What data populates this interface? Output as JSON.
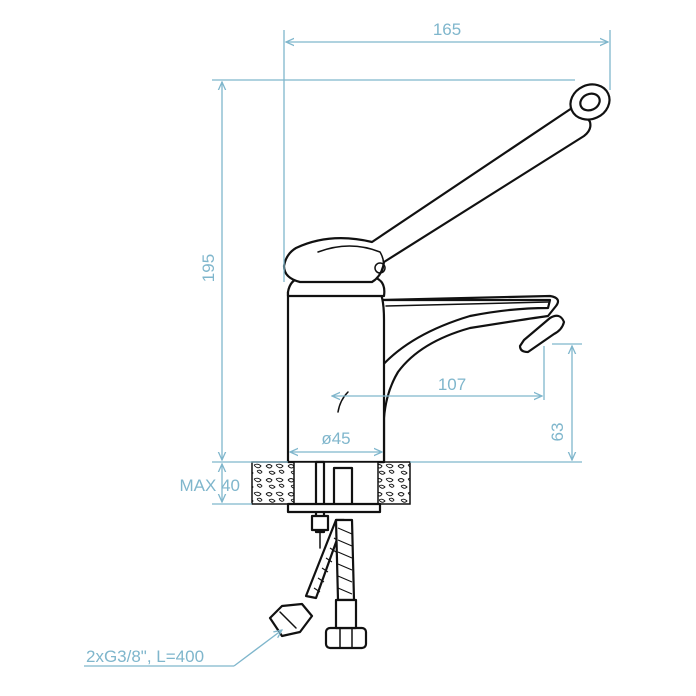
{
  "diagram": {
    "dimensions": {
      "width_top": "165",
      "height_total": "195",
      "spout_reach": "107",
      "spout_height": "63",
      "base_diameter": "ø45",
      "counter_thickness": "MAX 40",
      "hoses": "2xG3/8\", L=400"
    },
    "colors": {
      "dimension": "#7fb6cc",
      "outline": "#111111",
      "background": "#ffffff"
    }
  }
}
